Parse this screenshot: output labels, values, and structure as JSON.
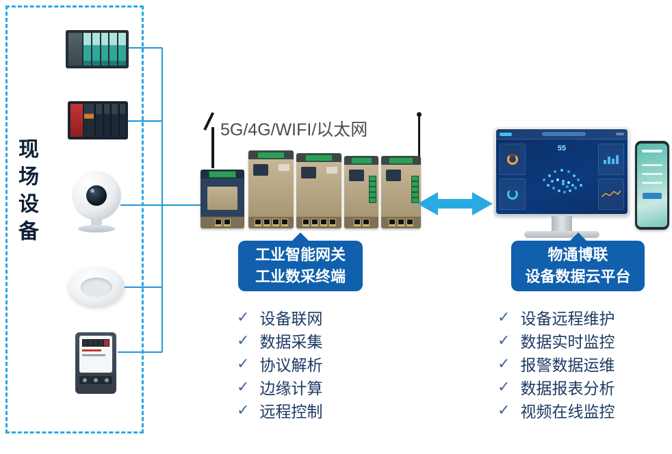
{
  "colors": {
    "accent_blue": "#1160ad",
    "arrow_cyan": "#29abe2",
    "border_cyan": "#2aa7df",
    "text_navy": "#1d3a63"
  },
  "ui": {
    "check": "✓"
  },
  "field": {
    "label": "现场设备",
    "device_icons": [
      "plc-rack-teal",
      "plc-rack-red",
      "ip-camera",
      "smoke-detector",
      "power-meter"
    ]
  },
  "gateway": {
    "connectivity_label": "5G/4G/WIFI/以太网",
    "bubble": {
      "line1": "工业智能网关",
      "line2": "工业数采终端"
    },
    "features": [
      "设备联网",
      "数据采集",
      "协议解析",
      "边缘计算",
      "远程控制"
    ]
  },
  "cloud": {
    "bubble": {
      "line1": "物通博联",
      "line2": "设备数据云平台"
    },
    "features": [
      "设备远程维护",
      "数据实时监控",
      "报警数据运维",
      "数据报表分析",
      "视频在线监控"
    ],
    "dashboard_metric": "55"
  }
}
